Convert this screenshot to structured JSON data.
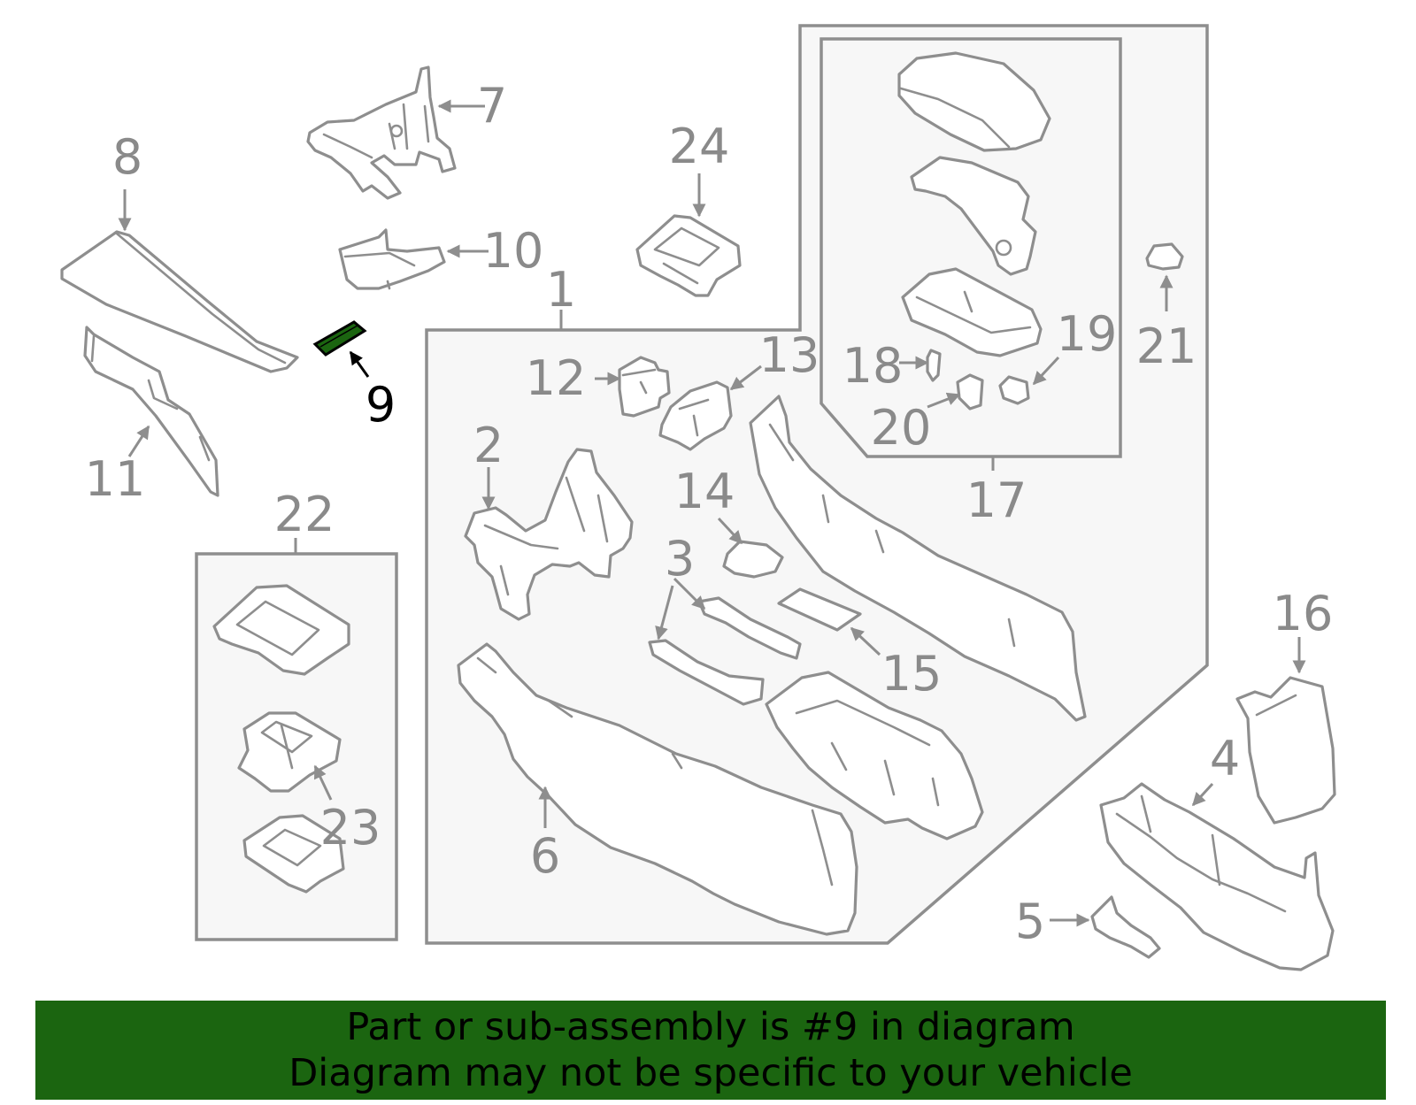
{
  "highlight_color": "#1b6510",
  "line_color": "#8e8e8e",
  "highlighted_part": "9",
  "callouts": {
    "c1": "1",
    "c2": "2",
    "c3": "3",
    "c4": "4",
    "c5": "5",
    "c6": "6",
    "c7": "7",
    "c8": "8",
    "c9": "9",
    "c10": "10",
    "c11": "11",
    "c12": "12",
    "c13": "13",
    "c14": "14",
    "c15": "15",
    "c16": "16",
    "c17": "17",
    "c18": "18",
    "c19": "19",
    "c20": "20",
    "c21": "21",
    "c22": "22",
    "c23": "23",
    "c24": "24"
  },
  "banner": {
    "line1": "Part or sub-assembly is #9 in diagram",
    "line2": "Diagram may not be specific to your vehicle"
  }
}
